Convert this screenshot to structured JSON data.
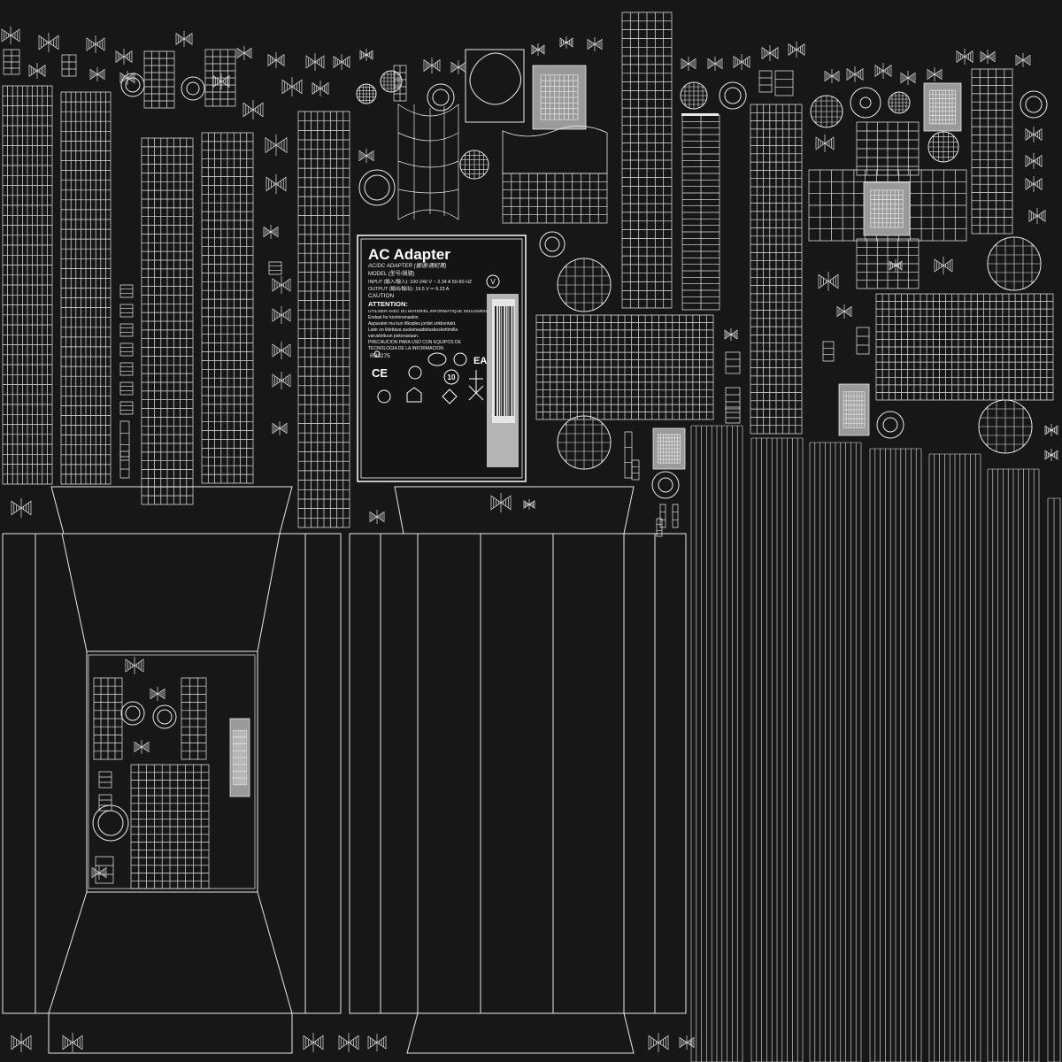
{
  "label": {
    "title": "AC Adapter",
    "lines": [
      "AC/DC ADAPTER (變速/週紀賞)",
      "MODEL (型号/規號)",
      "INPUT (輸入/輸入): 100-240 V ~ 2.34 A 50-60 HZ",
      "OUTPUT (輸出/輸出): 19.5 V ⎓ 9.23 A",
      "CAUTION"
    ],
    "attention_title": "ATTENTION:",
    "attention_lines": [
      "UTILISER AVEC DU MATERIEL INFORMATIQUE SEULEMENT.",
      "Endast for kontorsmaskin.",
      "Apparatet ma kun tilkoples jordet srikkontakt.",
      "Laite on liitettava suolamaadoituskoskettimilla",
      "varustettuun pistorasiaan.",
      "PRECAUCION PARA USO CON EQUIPOS DE",
      "TECNOLOGIA DE LA INFORMACION"
    ],
    "cert_code": "R33275",
    "badge": "V",
    "mark_ce": "CE",
    "mark_eac": "EAC",
    "mark_level": "10"
  },
  "colors": {
    "background": "#171717",
    "wire": "#e8e8e8",
    "fill_gray": "#9a9a9a"
  }
}
